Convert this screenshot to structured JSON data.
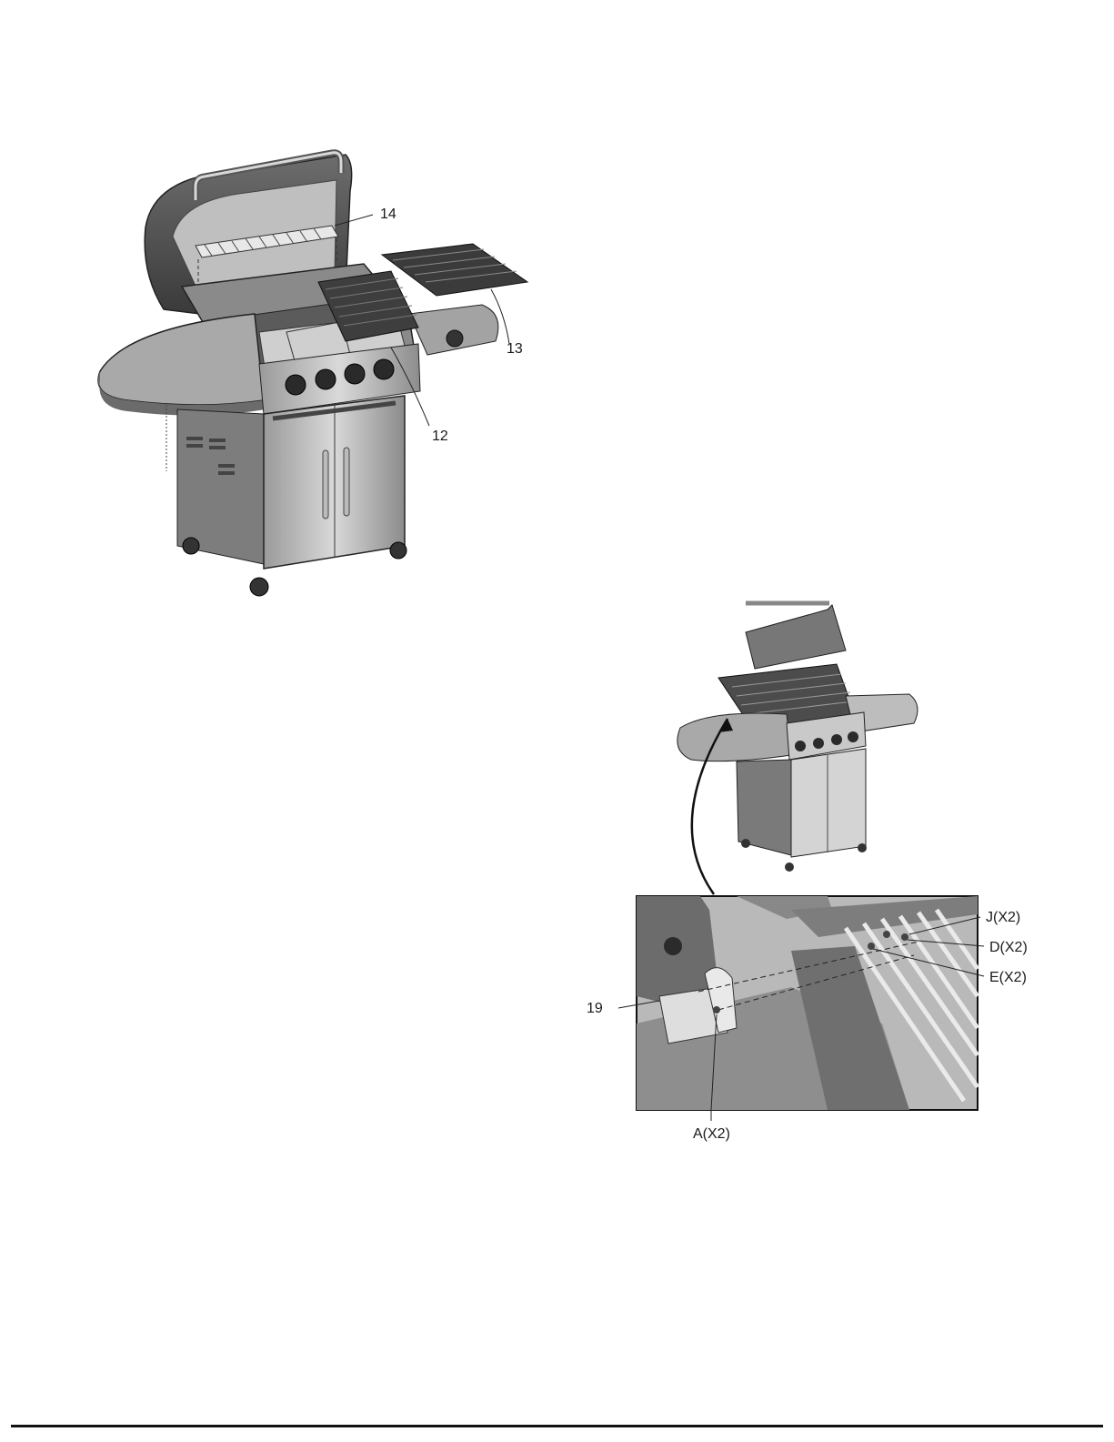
{
  "figure_top": {
    "callouts": [
      {
        "id": "c14",
        "text": "14"
      },
      {
        "id": "c13",
        "text": "13"
      },
      {
        "id": "c12",
        "text": "12"
      }
    ]
  },
  "figure_bottom": {
    "callouts": [
      {
        "id": "cj",
        "text": "J(X2)"
      },
      {
        "id": "cd",
        "text": "D(X2)"
      },
      {
        "id": "ce",
        "text": "E(X2)"
      },
      {
        "id": "c19",
        "text": "19"
      },
      {
        "id": "ca",
        "text": "A(X2)"
      }
    ]
  }
}
